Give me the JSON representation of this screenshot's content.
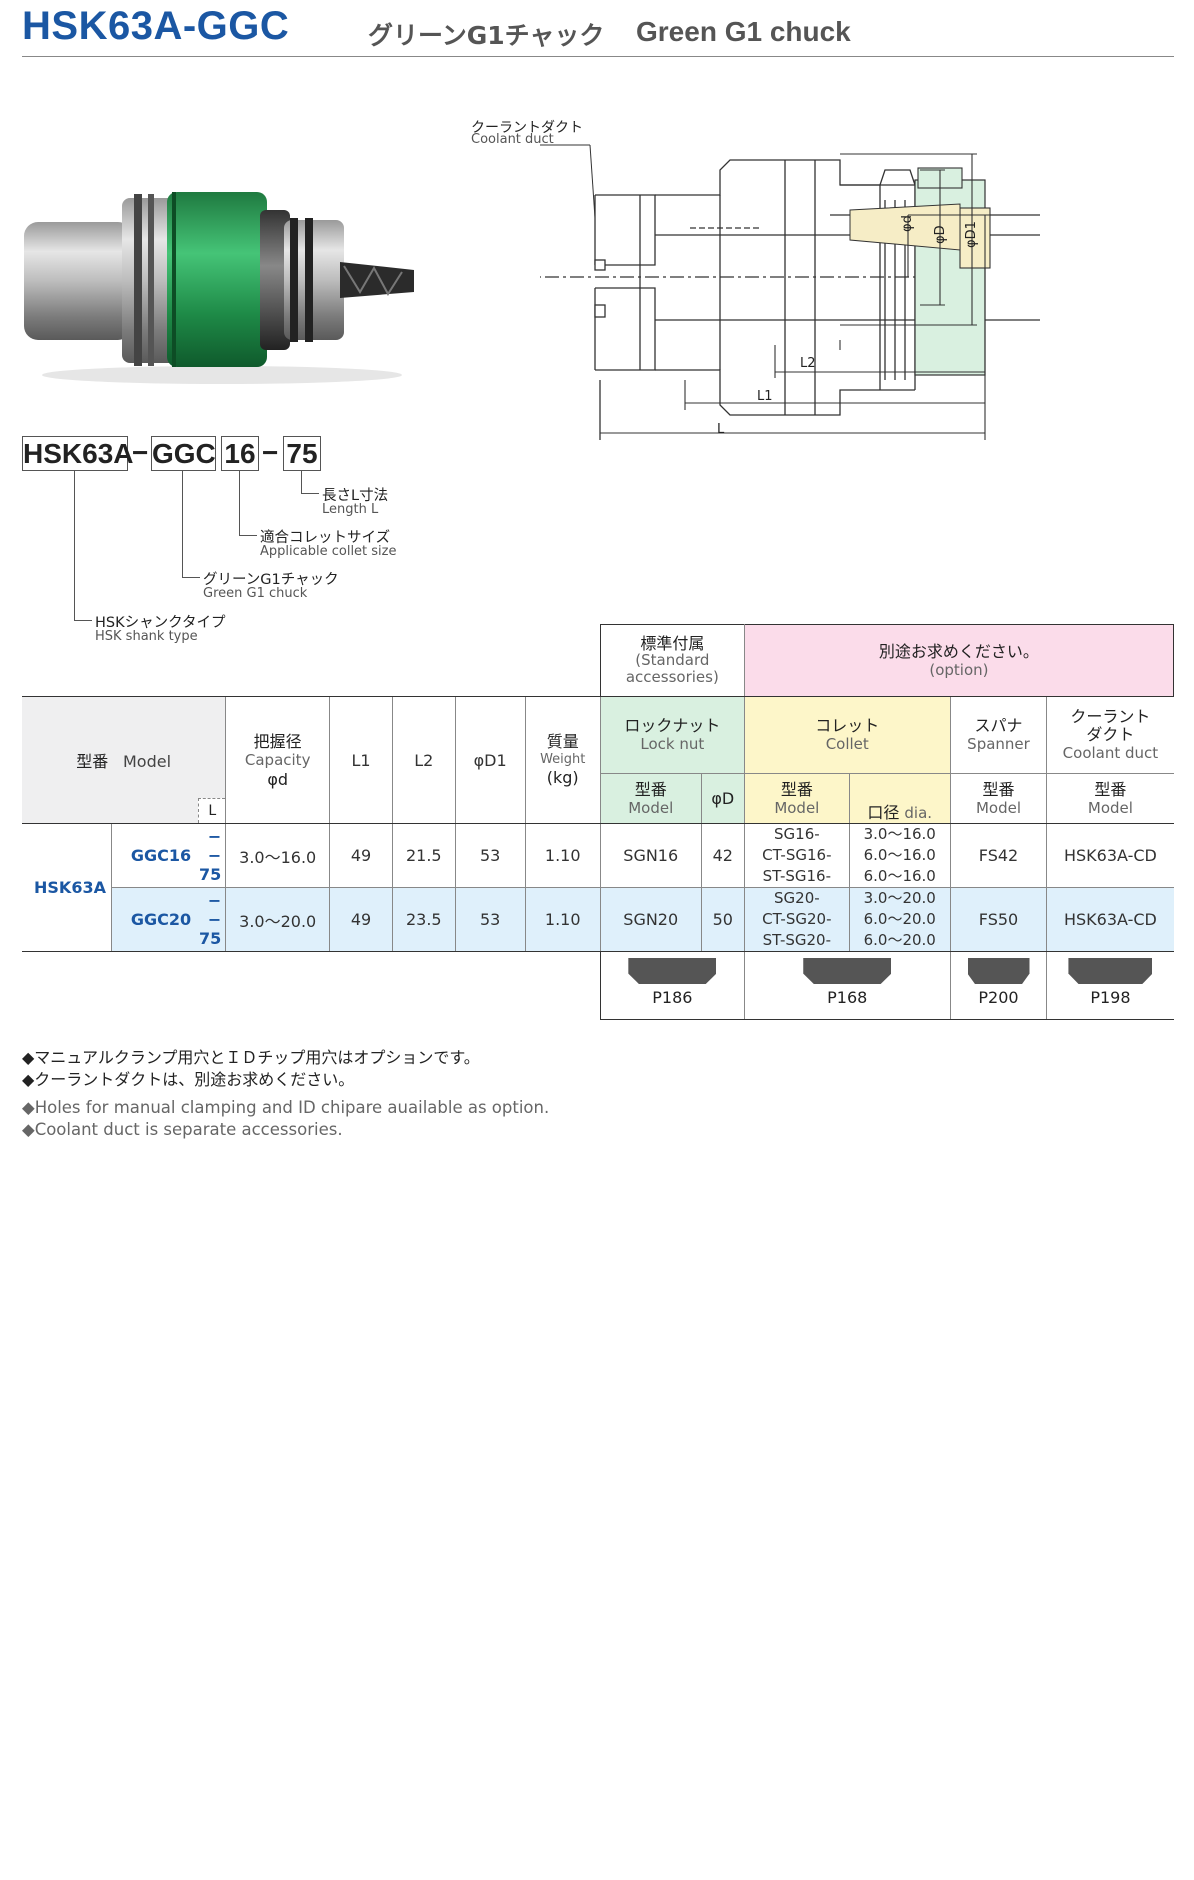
{
  "header": {
    "title_model": "HSK63A-GGC",
    "title_jp": "グリーンG1チャック",
    "title_en": "Green G1 chuck"
  },
  "diagram": {
    "coolant_duct_jp": "クーラントダクト",
    "coolant_duct_en": "Coolant duct",
    "dim_phi_d": "φd",
    "dim_phi_D": "φD",
    "dim_phi_D1": "φD1",
    "dim_L2": "L2",
    "dim_L1": "L1",
    "dim_L": "L"
  },
  "code": {
    "part1": "HSK63A",
    "part2": "GGC",
    "part3": "16",
    "part4": "75",
    "dash": "−",
    "label_length_jp": "長さL寸法",
    "label_length_en": "Length L",
    "label_collet_jp": "適合コレットサイズ",
    "label_collet_en": "Applicable collet size",
    "label_chuck_jp": "グリーンG1チャック",
    "label_chuck_en": "Green G1 chuck",
    "label_shank_jp": "HSKシャンクタイプ",
    "label_shank_en": "HSK shank type"
  },
  "table": {
    "std_acc_jp": "標準付属",
    "std_acc_en1": "(Standard",
    "std_acc_en2": "accessories)",
    "option_jp": "別途お求めください。",
    "option_en": "(option)",
    "col_model_jp": "型番",
    "col_model_en": "Model",
    "col_L": "L",
    "col_capacity_jp": "把握径",
    "col_capacity_en": "Capacity",
    "col_capacity_sym": "φd",
    "col_L1": "L1",
    "col_L2": "L2",
    "col_D1": "φD1",
    "col_weight_jp": "質量",
    "col_weight_en": "Weight",
    "col_weight_unit": "(kg)",
    "locknut_jp": "ロックナット",
    "locknut_en": "Lock nut",
    "collet_jp": "コレット",
    "collet_en": "Collet",
    "spanner_jp": "スパナ",
    "spanner_en": "Spanner",
    "coolant_jp1": "クーラント",
    "coolant_jp2": "ダクト",
    "coolant_en": "Coolant duct",
    "sub_model_jp": "型番",
    "sub_model_en": "Model",
    "sub_phiD": "φD",
    "sub_dia_jp": "口径",
    "sub_dia_en": "dia.",
    "series": "HSK63A",
    "rows": [
      {
        "model": "− GGC16",
        "length": "− 75",
        "capacity": "3.0〜16.0",
        "L1": "49",
        "L2": "21.5",
        "D1": "53",
        "weight": "1.10",
        "locknut_model": "SGN16",
        "locknut_D": "42",
        "collet_models": [
          "SG16-",
          "CT-SG16-",
          "ST-SG16-"
        ],
        "collet_dias": [
          "3.0〜16.0",
          "6.0〜16.0",
          "6.0〜16.0"
        ],
        "spanner": "FS42",
        "coolant": "HSK63A-CD"
      },
      {
        "model": "− GGC20",
        "length": "− 75",
        "capacity": "3.0〜20.0",
        "L1": "49",
        "L2": "23.5",
        "D1": "53",
        "weight": "1.10",
        "locknut_model": "SGN20",
        "locknut_D": "50",
        "collet_models": [
          "SG20-",
          "CT-SG20-",
          "ST-SG20-"
        ],
        "collet_dias": [
          "3.0〜20.0",
          "6.0〜20.0",
          "6.0〜20.0"
        ],
        "spanner": "FS50",
        "coolant": "HSK63A-CD"
      }
    ],
    "pages": [
      "P186",
      "P168",
      "P200",
      "P198"
    ]
  },
  "notes": {
    "jp1": "◆マニュアルクランプ用穴とＩＤチップ用穴はオプションです。",
    "jp2": "◆クーラントダクトは、別途お求めください。",
    "en1": "◆Holes for manual clamping and ID chipare auailable as option.",
    "en2": "◆Coolant duct is separate accessories."
  },
  "colors": {
    "title_blue": "#1b57a3",
    "pink_header": "#fbdcea",
    "yellow_header": "#fdf6c9",
    "green_header": "#d9f0e0",
    "row_blue": "#dff0fb",
    "chuck_green": "#2aa55a"
  }
}
